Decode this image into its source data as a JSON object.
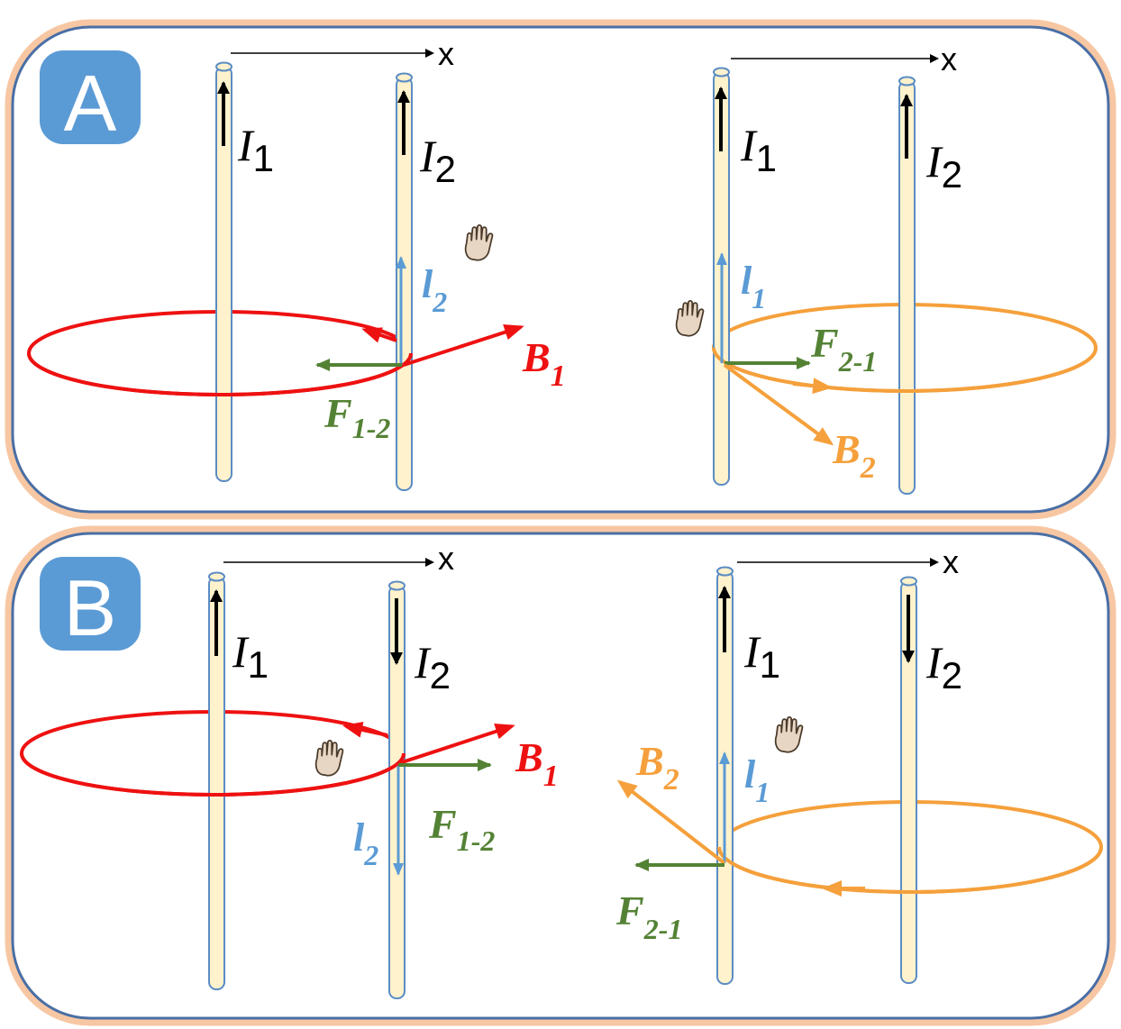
{
  "colors": {
    "panel_border": "#4a6fa5",
    "panel_glow": "#f7c7a3",
    "badge": "#5b9bd5",
    "wire_fill": "#fff2cc",
    "wire_stroke": "#5b8cc4",
    "field_1": "#ee1111",
    "field_2": "#f5a03c",
    "force": "#548235",
    "length": "#5b9bd5",
    "current": "#000000"
  },
  "icons": [
    "right-hand-icon"
  ],
  "axis_label": "x",
  "current_labels": {
    "i1": "I",
    "i1_sub": "1",
    "i2": "I",
    "i2_sub": "2"
  },
  "panels": [
    {
      "badge": "A",
      "left": {
        "length": {
          "sym": "l",
          "sub": "2"
        },
        "field": {
          "sym": "B",
          "sub": "1"
        },
        "force": {
          "sym": "F",
          "sub": "1-2"
        }
      },
      "right": {
        "length": {
          "sym": "l",
          "sub": "1"
        },
        "field": {
          "sym": "B",
          "sub": "2"
        },
        "force": {
          "sym": "F",
          "sub": "2-1"
        }
      }
    },
    {
      "badge": "B",
      "left": {
        "length": {
          "sym": "l",
          "sub": "2"
        },
        "field": {
          "sym": "B",
          "sub": "1"
        },
        "force": {
          "sym": "F",
          "sub": "1-2"
        }
      },
      "right": {
        "length": {
          "sym": "l",
          "sub": "1"
        },
        "field": {
          "sym": "B",
          "sub": "2"
        },
        "force": {
          "sym": "F",
          "sub": "2-1"
        }
      }
    }
  ]
}
